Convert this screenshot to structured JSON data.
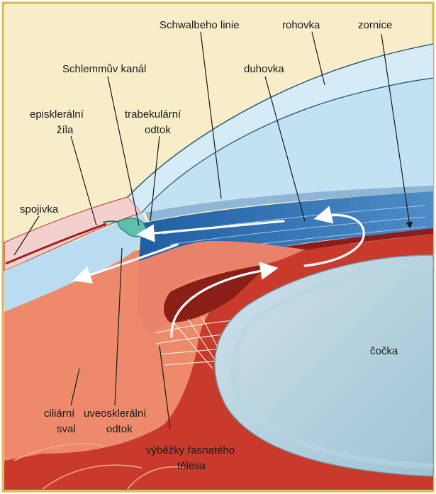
{
  "labels": {
    "schwalbe": "Schwalbeho linie",
    "rohovka": "rohovka",
    "zornice": "zornice",
    "schlemm": "Schlemmův kanál",
    "duhovka": "duhovka",
    "episkleralni_1": "episklerální",
    "episkleralni_2": "žíla",
    "trabekularni_1": "trabekulární",
    "trabekularni_2": "odtok",
    "spojivka": "spojivka",
    "cocka": "čočka",
    "ciliarni_1": "ciliární",
    "ciliarni_2": "sval",
    "uveo_1": "uveosklerální",
    "uveo_2": "odtok",
    "vybezky_1": "výběžky řasnatého",
    "vybezky_2": "tělesa"
  }
}
